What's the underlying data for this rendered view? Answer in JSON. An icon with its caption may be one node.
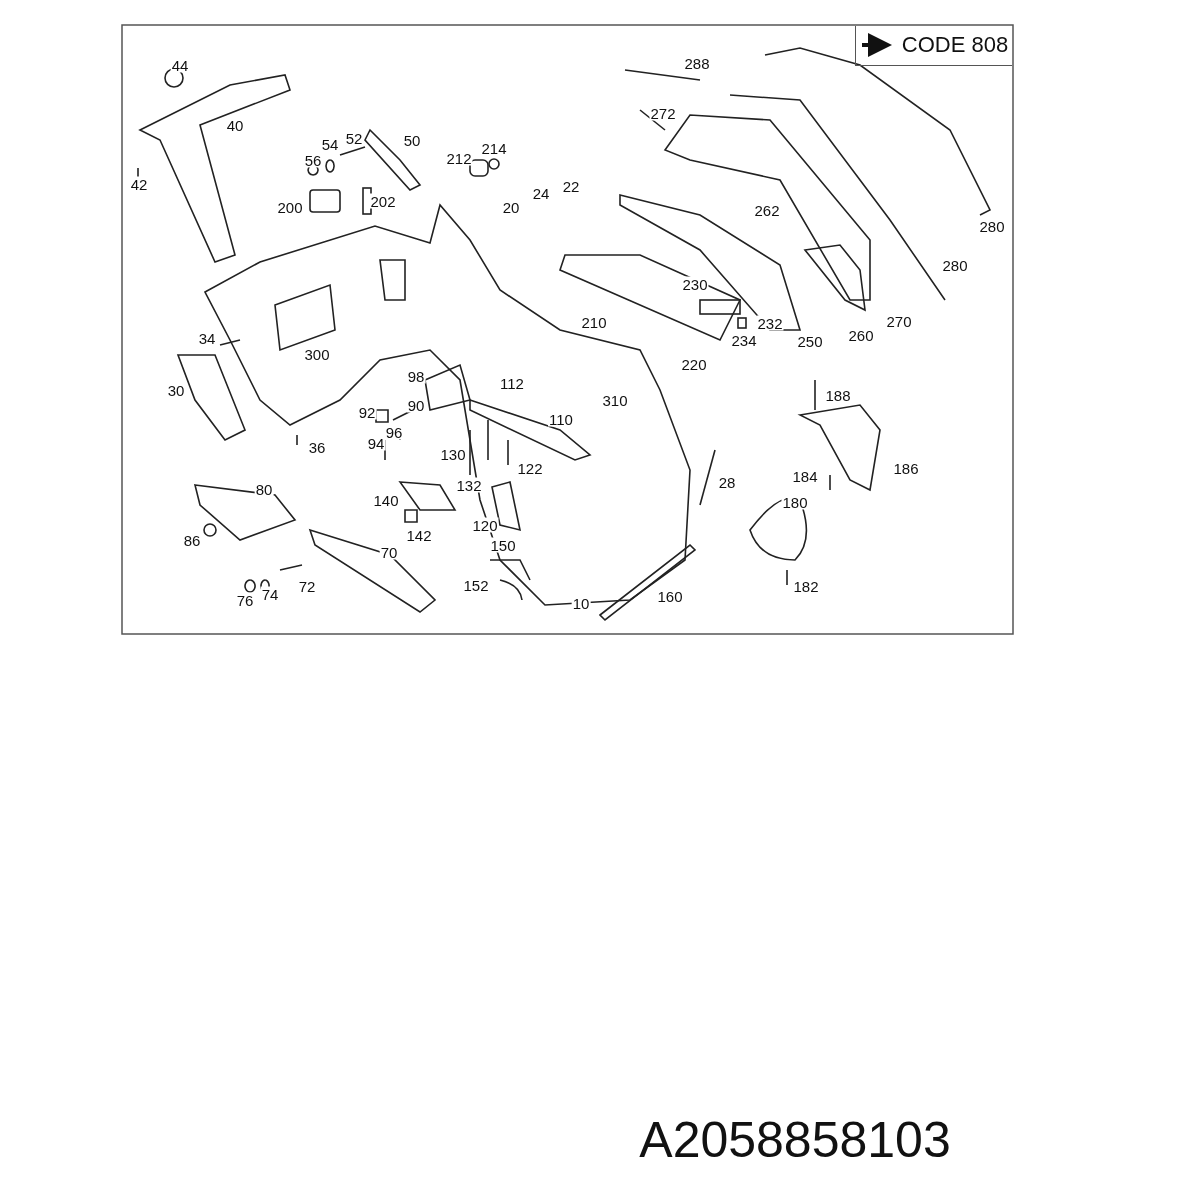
{
  "diagram": {
    "labels": [
      "CODE 808",
      "44",
      "288",
      "272",
      "40",
      "54",
      "52",
      "50",
      "214",
      "212",
      "56",
      "42",
      "24",
      "22",
      "200",
      "202",
      "20",
      "262",
      "280",
      "280",
      "230",
      "210",
      "270",
      "232",
      "260",
      "34",
      "234",
      "250",
      "300",
      "220",
      "98",
      "112",
      "30",
      "188",
      "90",
      "310",
      "92",
      "110",
      "96",
      "94",
      "36",
      "130",
      "186",
      "122",
      "184",
      "28",
      "80",
      "132",
      "140",
      "180",
      "142",
      "120",
      "70",
      "150",
      "86",
      "72",
      "182",
      "152",
      "74",
      "160",
      "76",
      "10",
      "A2058858103"
    ]
  }
}
